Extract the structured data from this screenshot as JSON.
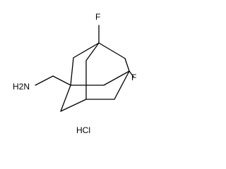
{
  "molecule": {
    "atoms": {
      "f_top": "F",
      "f_right": "F",
      "amine": "H2N",
      "salt": "HCl"
    },
    "bond_color": "#000000",
    "label_color": "#000000"
  }
}
